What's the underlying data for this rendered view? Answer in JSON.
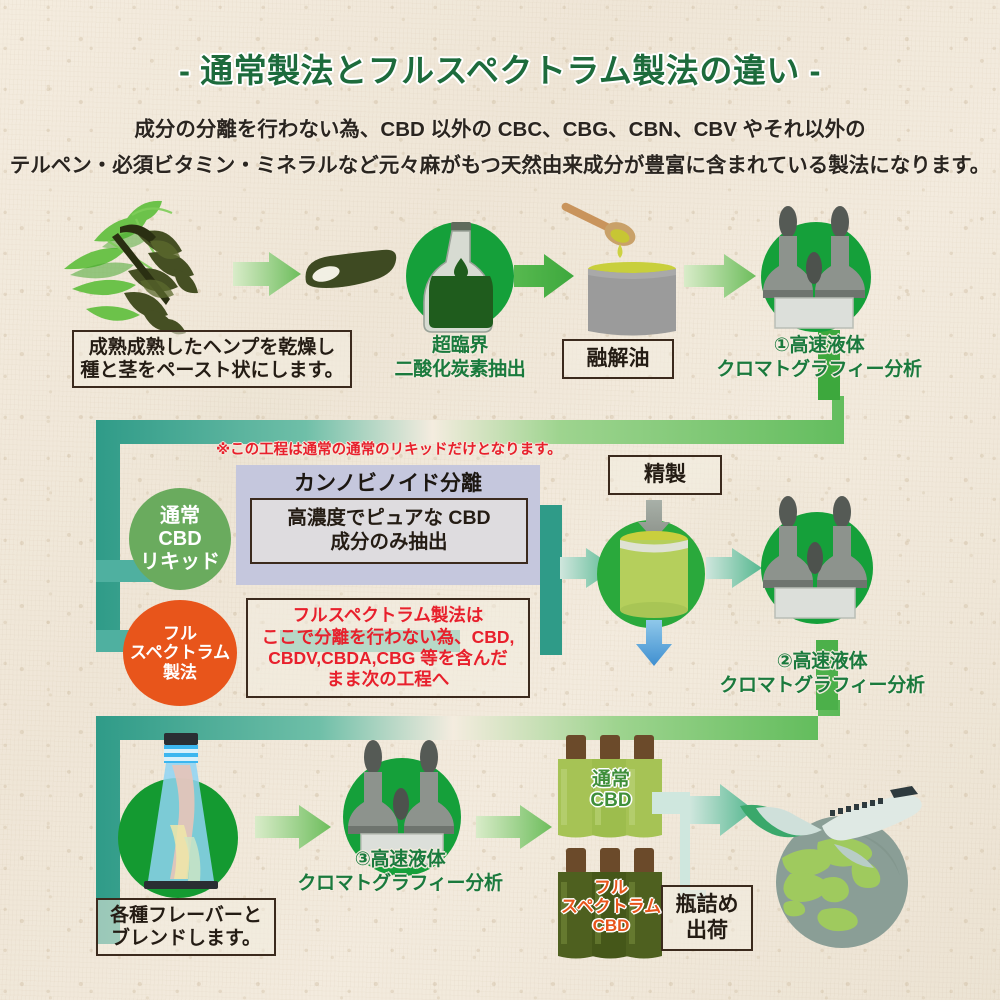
{
  "header": {
    "title": "- 通常製法とフルスペクトラム製法の違い -",
    "subtitle_line1": "成分の分離を行わない為、CBD 以外の CBC、CBG、CBN、CBV やそれ以外の",
    "subtitle_line2": "テルペン・必須ビタミン・ミネラルなど元々麻がもつ天然由来成分が豊富に含まれている製法になります。"
  },
  "colors": {
    "background": "#f2eade",
    "title_green": "#1d6b3c",
    "label_green": "#1a7a3d",
    "circle_green": "#15a03a",
    "pill_green": "#6aab5e",
    "pill_orange": "#e8551b",
    "note_red": "#e8202c",
    "box_border": "#3b2a1d",
    "lavender_panel": "#c5c7dd",
    "pipe_teal": "#38a08c",
    "pipe_green": "#63bd5e"
  },
  "row1": {
    "step1": {
      "icon": "hemp-leaves-icon",
      "caption": "成熟成熟したヘンプを乾燥し\n種と茎をペースト状にします。"
    },
    "step2": {
      "icon": "hemp-paste-icon"
    },
    "step3": {
      "icon": "extraction-bottle-icon",
      "label": "超臨界\n二酸化炭素抽出"
    },
    "step4": {
      "icon": "oil-pot-spoon-icon",
      "caption": "融解油"
    },
    "step5": {
      "icon": "hplc-machine-icon",
      "label": "①高速液体\nクロマトグラフィー分析"
    }
  },
  "row2": {
    "note": "※この工程は通常の通常のリキッドだけとなります。",
    "panel_title": "カンノビノイド分離",
    "pill_normal": "通常\nCBD\nリキッド",
    "pill_full": "フル\nスペクトラム\n製法",
    "box_normal": "高濃度でピュアな CBD\n成分のみ抽出",
    "box_full": "フルスペクトラム製法は\nここで分離を行わない為、CBD,\nCBDV,CBDA,CBG 等を含んだ\nまま次の工程へ",
    "refine_caption": "精製",
    "refine_icon": "refining-vessel-icon",
    "hplc_icon": "hplc-machine-icon",
    "hplc_label": "②高速液体\nクロマトグラフィー分析"
  },
  "row3": {
    "blend": {
      "icon": "blending-flask-icon",
      "caption": "各種フレーバーと\nブレンドします。"
    },
    "hplc": {
      "icon": "hplc-machine-icon",
      "label": "③高速液体\nクロマトグラフィー分析"
    },
    "bottles_normal_label": "通常\nCBD",
    "bottles_full_label": "フル\nスペクトラム\nCBD",
    "bottling_caption": "瓶詰め\n出荷",
    "shipping_icon": "globe-airplane-icon"
  }
}
